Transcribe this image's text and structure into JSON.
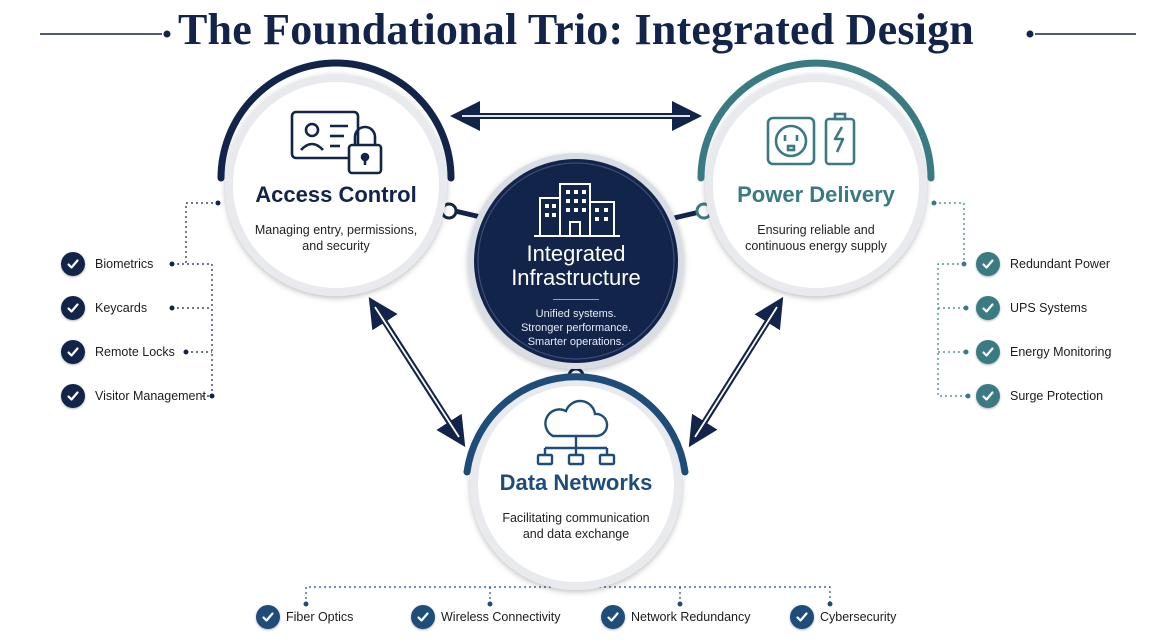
{
  "title": "The Foundational Trio: Integrated Design",
  "colors": {
    "navy": "#13244a",
    "teal": "#3a7a82",
    "blue": "#1f4d7a",
    "grey_ring": "#e6e8ec"
  },
  "access_control": {
    "title": "Access Control",
    "description_line1": "Managing entry, permissions,",
    "description_line2": "and security",
    "icon": "id-card-lock-icon"
  },
  "power_delivery": {
    "title": "Power Delivery",
    "description_line1": "Ensuring reliable and",
    "description_line2": "continuous energy supply",
    "icon": "outlet-battery-icon"
  },
  "data_networks": {
    "title": "Data Networks",
    "description_line1": "Facilitating communication",
    "description_line2": "and data exchange",
    "icon": "cloud-network-icon"
  },
  "center": {
    "title_line1": "Integrated",
    "title_line2": "Infrastructure",
    "desc_line1": "Unified systems.",
    "desc_line2": "Stronger performance.",
    "desc_line3": "Smarter operations.",
    "icon": "building-icon"
  },
  "left_list": [
    "Biometrics",
    "Keycards",
    "Remote Locks",
    "Visitor Management"
  ],
  "right_list": [
    "Redundant Power",
    "UPS Systems",
    "Energy Monitoring",
    "Surge Protection"
  ],
  "bottom_list": [
    "Fiber Optics",
    "Wireless Connectivity",
    "Network Redundancy",
    "Cybersecurity"
  ]
}
